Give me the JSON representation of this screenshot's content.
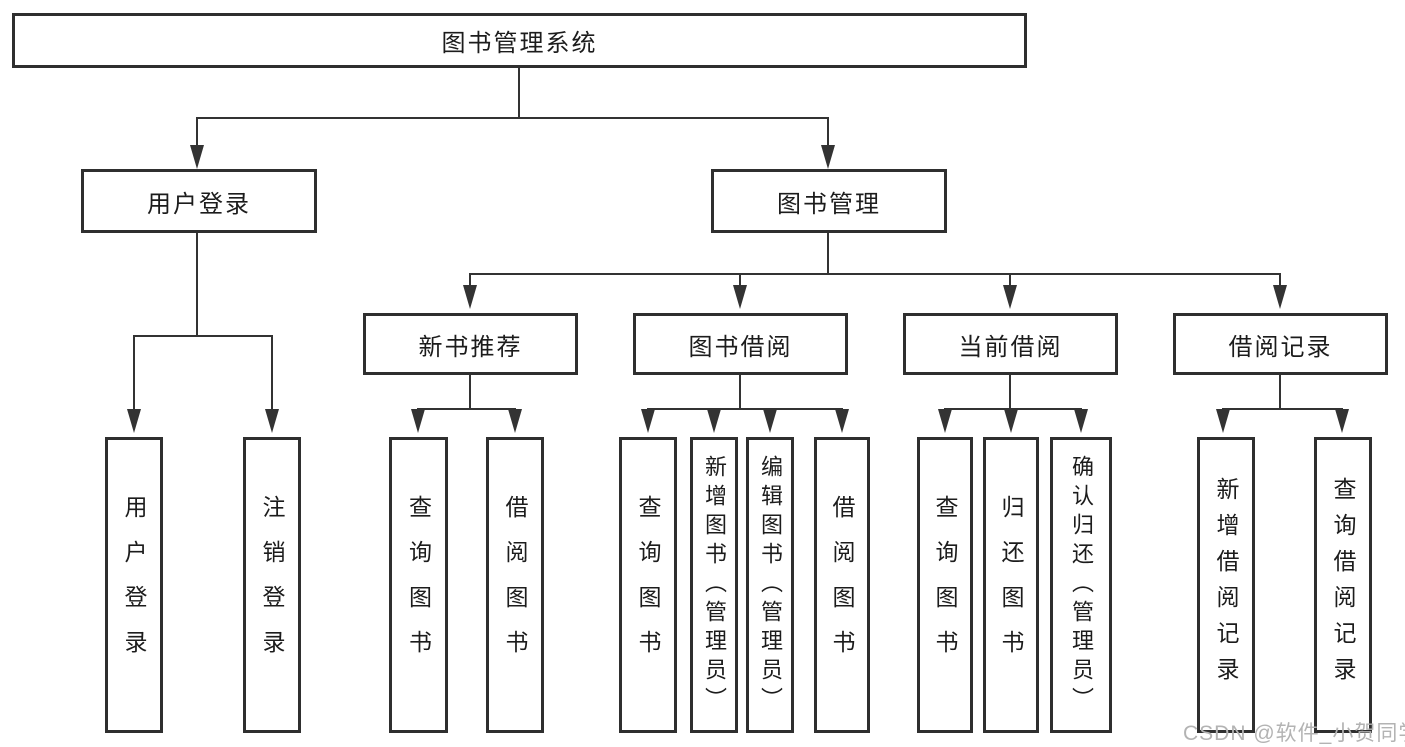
{
  "diagram_title": "图书管理系统",
  "tree": {
    "root": "图书管理系统",
    "branches": [
      {
        "label": "用户登录",
        "children": [
          {
            "label": "用户登录"
          },
          {
            "label": "注销登录"
          }
        ]
      },
      {
        "label": "图书管理",
        "children": [
          {
            "label": "新书推荐",
            "children": [
              {
                "label": "查询图书"
              },
              {
                "label": "借阅图书"
              }
            ]
          },
          {
            "label": "图书借阅",
            "children": [
              {
                "label": "查询图书"
              },
              {
                "label": "新增图书（管理员）"
              },
              {
                "label": "编辑图书（管理员）"
              },
              {
                "label": "借阅图书"
              }
            ]
          },
          {
            "label": "当前借阅",
            "children": [
              {
                "label": "查询图书"
              },
              {
                "label": "归还图书"
              },
              {
                "label": "确认归还（管理员）"
              }
            ]
          },
          {
            "label": "借阅记录",
            "children": [
              {
                "label": "新增借阅记录"
              },
              {
                "label": "查询借阅记录"
              }
            ]
          }
        ]
      }
    ]
  },
  "watermark": {
    "text": "CSDN @软件_小贺同学"
  },
  "colors": {
    "background": "#ffffff",
    "border": "#2f2f2f",
    "line": "#333333",
    "text": "#1c1c1c",
    "watermark": "#b3b3b3"
  }
}
